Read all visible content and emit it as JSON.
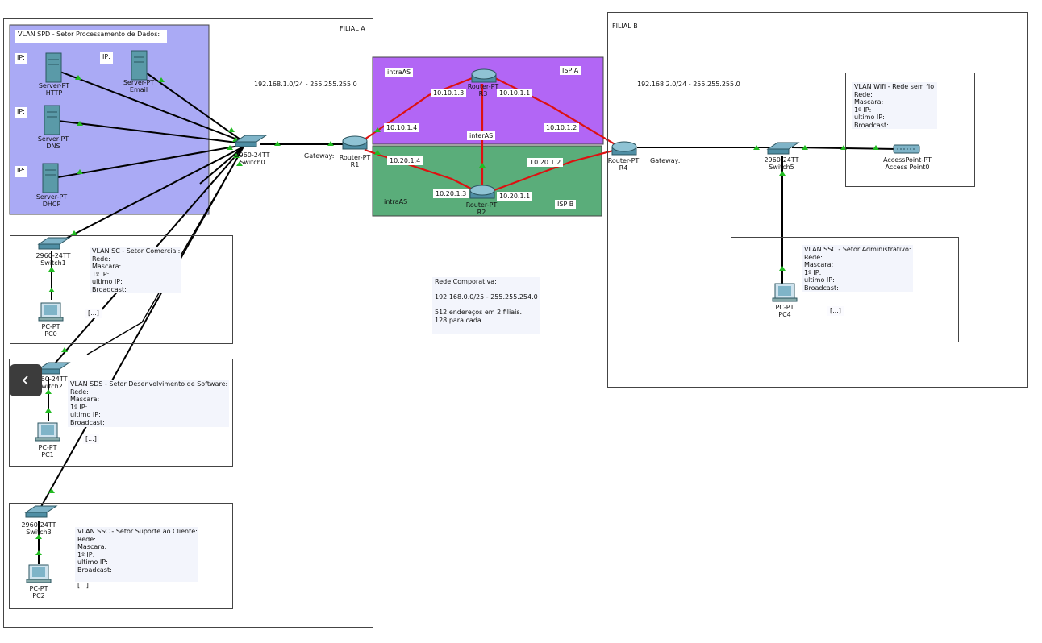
{
  "areas": {
    "filial_a": "FILIAL A",
    "filial_b": "FILIAL B",
    "isp_a": "ISP A",
    "isp_b": "ISP B",
    "intra_as_a": "intraAS",
    "intra_as_b": "intraAS",
    "inter_as": "interAS",
    "net_a": "192.168.1.0/24 - 255.255.255.0",
    "net_b": "192.168.2.0/24 - 255.255.255.0",
    "gateway_a": "Gateway:",
    "gateway_b": "Gateway:"
  },
  "colors": {
    "vlan_spd": "#aaaaf5",
    "isp_a": "#b266f5",
    "isp_b": "#5aad7a",
    "wan_link": "#dd1111",
    "lan_link": "#000000",
    "link_ok": "#22bb22"
  },
  "vlan_spd": {
    "title": "VLAN SPD - Setor Processamento de Dados:",
    "ip_label": "IP:"
  },
  "notes": {
    "sc": "VLAN SC - Setor Comercial:\nRede:\nMascara:\n1º IP:\nultimo IP:\nBroadcast:",
    "sds": "VLAN SDS - Setor Desenvolvimento de Software:\nRede:\nMascara:\n1º IP:\nultimo IP:\nBroadcast:",
    "ssc_cliente": "VLAN SSC - Setor Suporte ao Cliente:\nRede:\nMascara:\n1º IP:\nultimo IP:\nBroadcast:\n\n[...]",
    "wifi": "VLAN Wifi - Rede sem fio\nRede:\nMascara:\n1º IP:\nultimo IP:\nBroadcast:",
    "ssc_adm": "VLAN SSC - Setor Administrativo:\nRede:\nMascara:\n1º IP:\nultimo IP:\nBroadcast:",
    "corp": "Rede Comporativa:\n\n192.168.0.0/25 - 255.255.254.0\n\n512 endereços em 2 filiais.\n128 para cada",
    "ellipsis": "[...]"
  },
  "devices": {
    "http": "Server-PT\nHTTP",
    "email": "Server-PT\nEmail",
    "dns": "Server-PT\nDNS",
    "dhcp": "Server-PT\nDHCP",
    "switch0": "2960-24TT\nSwitch0",
    "switch1": "2960-24TT\nSwitch1",
    "switch2": "2960-24TT\nSwitch2",
    "switch3": "2960-24TT\nSwitch3",
    "switch5": "2960-24TT\nSwitch5",
    "pc0": "PC-PT\nPC0",
    "pc1": "PC-PT\nPC1",
    "pc2": "PC-PT\nPC2",
    "pc4": "PC-PT\nPC4",
    "r1": "Router-PT\nR1",
    "r2": "Router-PT\nR2",
    "r3": "Router-PT\nR3",
    "r4": "Router-PT\nR4",
    "ap": "AccessPoint-PT\nAccess Point0"
  },
  "ips": {
    "r3_r1": "10.10.1.3",
    "r3_r4": "10.10.1.1",
    "r1_r3": "10.10.1.4",
    "r4_r3": "10.10.1.2",
    "r1_r2": "10.20.1.4",
    "r4_r2": "10.20.1.2",
    "r2_r1": "10.20.1.3",
    "r2_r4": "10.20.1.1"
  }
}
